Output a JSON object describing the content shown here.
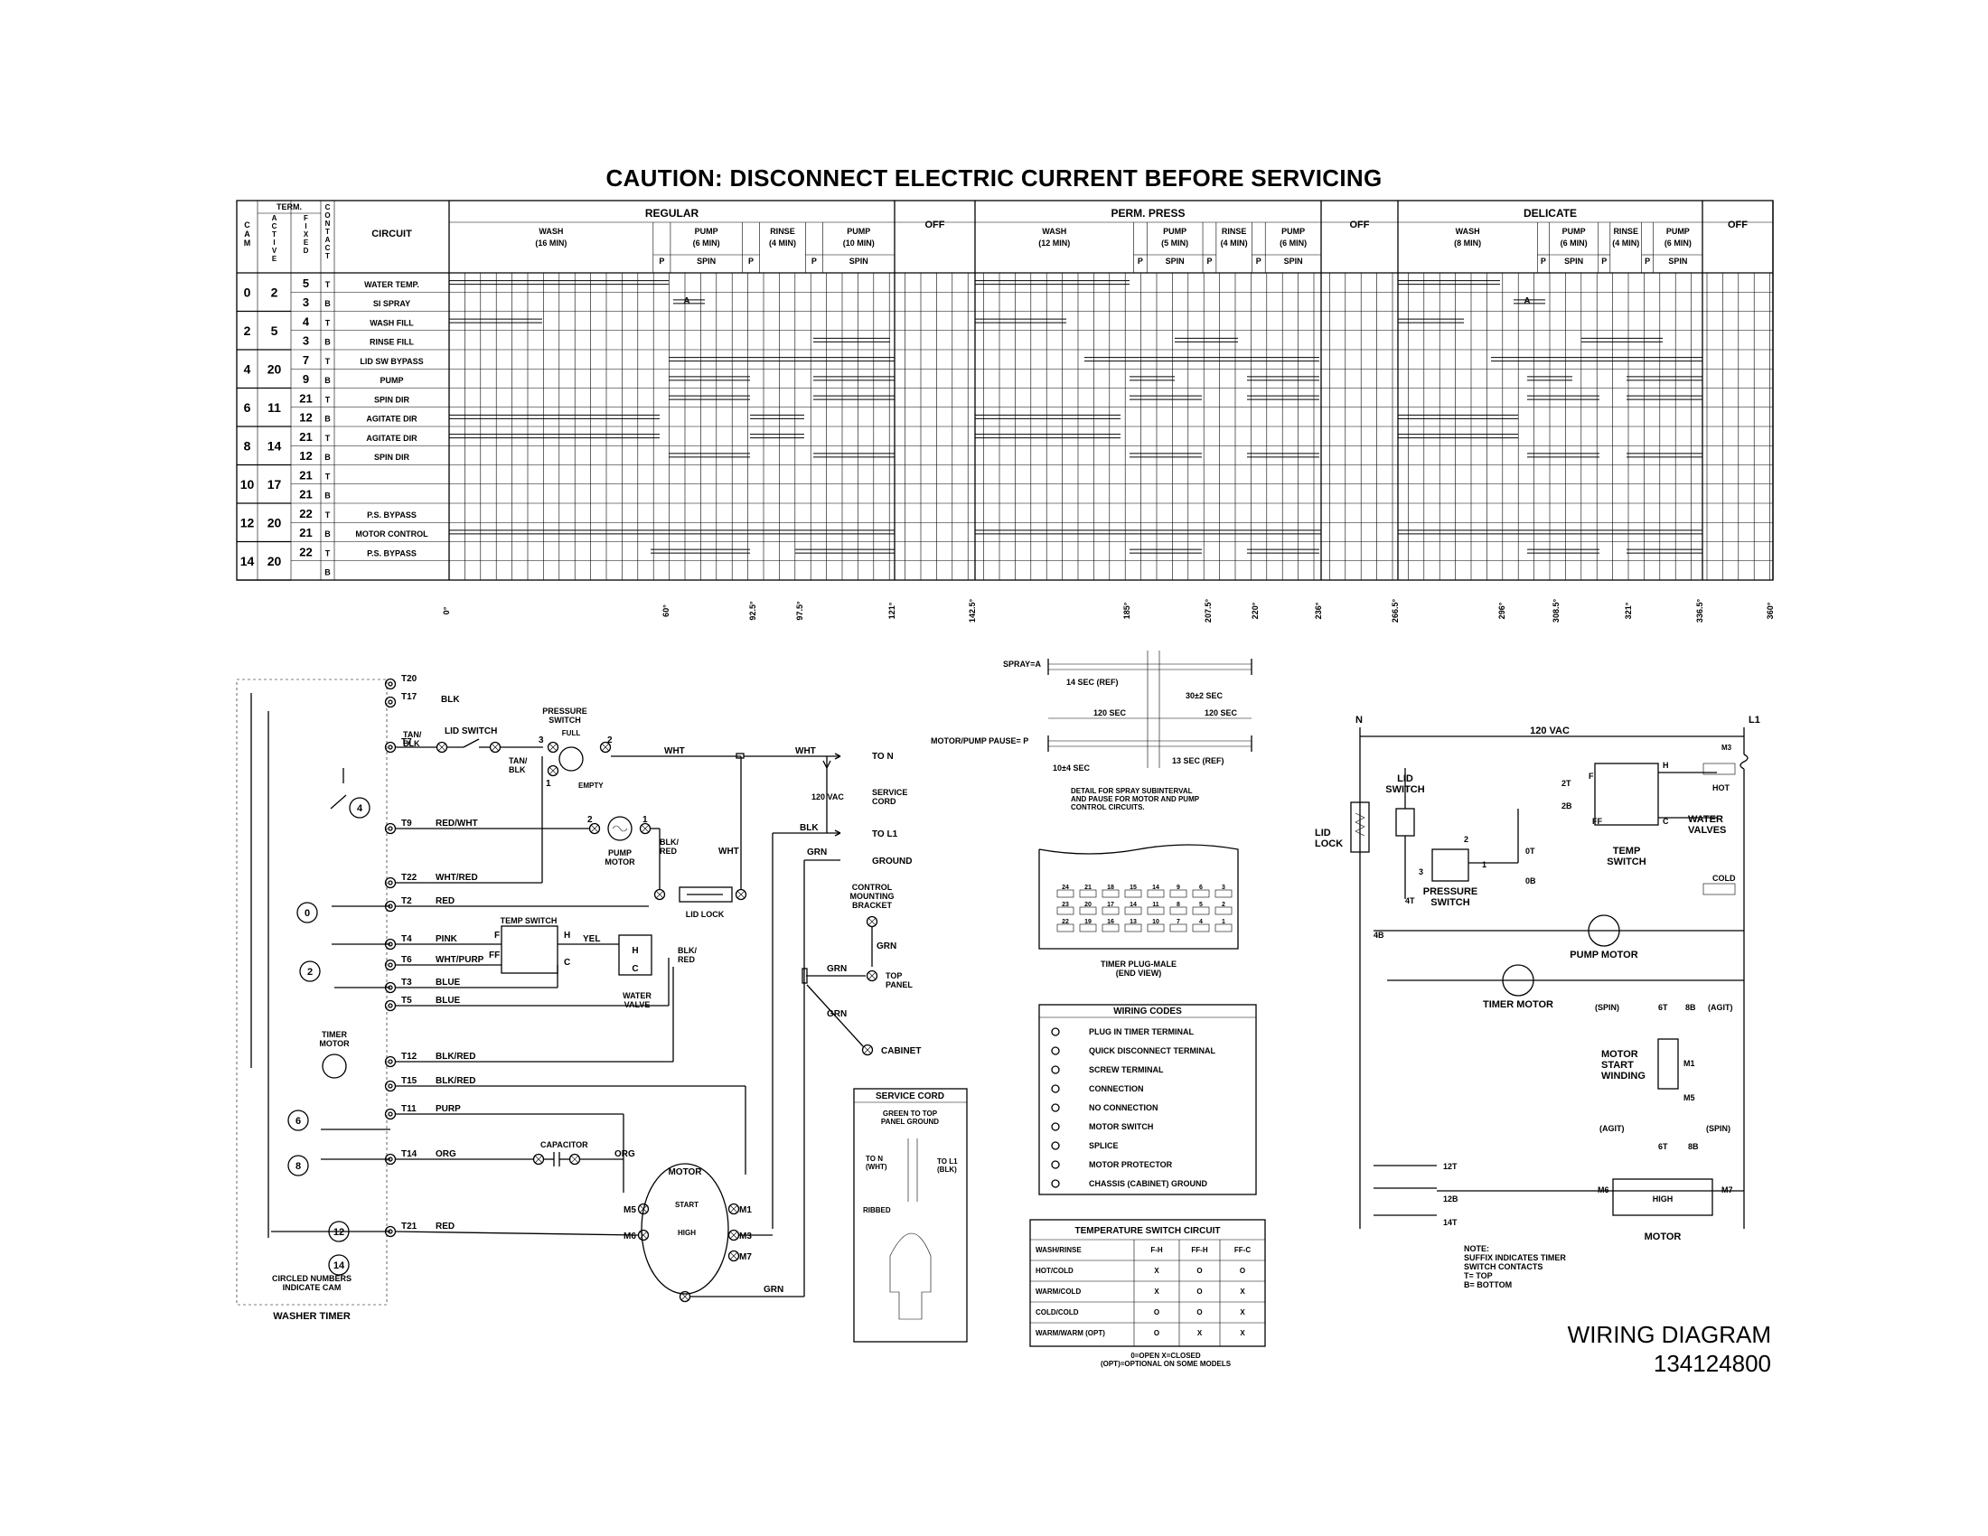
{
  "caution": "CAUTION: DISCONNECT ELECTRIC CURRENT BEFORE SERVICING",
  "table": {
    "head": {
      "term": "TERM.",
      "cam": "C\nA\nM",
      "active": "A\nC\nT\nI\nV\nE",
      "fixed": "F\nI\nX\nE\nD",
      "contact": "C\nO\nN\nT\nA\nC\nT",
      "circuit": "CIRCUIT"
    },
    "cycles": [
      {
        "name": "REGULAR",
        "segments": [
          "WASH|(16 MIN)",
          "P",
          "PUMP|(6 MIN)|SPIN",
          "P",
          "RINSE|(4 MIN)",
          "P",
          "PUMP|(10 MIN)|SPIN"
        ]
      },
      {
        "name": "PERM. PRESS",
        "segments": [
          "WASH|(12 MIN)",
          "P",
          "PUMP|(5 MIN)|SPIN",
          "P",
          "RINSE|(4 MIN)",
          "P",
          "PUMP|(6 MIN)|SPIN"
        ]
      },
      {
        "name": "DELICATE",
        "segments": [
          "WASH|(8 MIN)",
          "P",
          "PUMP|(6 MIN)|SPIN",
          "P",
          "RINSE|(4 MIN)",
          "P",
          "PUMP|(6 MIN)|SPIN"
        ]
      }
    ],
    "off": "OFF",
    "rows": [
      {
        "cam": "0",
        "active": "2",
        "fixed": "5",
        "contact": "T",
        "circuit": "WATER TEMP."
      },
      {
        "cam": "",
        "active": "",
        "fixed": "3",
        "contact": "B",
        "circuit": "SI SPRAY"
      },
      {
        "cam": "2",
        "active": "5",
        "fixed": "4",
        "contact": "T",
        "circuit": "WASH FILL"
      },
      {
        "cam": "",
        "active": "",
        "fixed": "3",
        "contact": "B",
        "circuit": "RINSE FILL"
      },
      {
        "cam": "4",
        "active": "20",
        "fixed": "7",
        "contact": "T",
        "circuit": "LID SW BYPASS"
      },
      {
        "cam": "",
        "active": "",
        "fixed": "9",
        "contact": "B",
        "circuit": "PUMP"
      },
      {
        "cam": "6",
        "active": "11",
        "fixed": "21",
        "contact": "T",
        "circuit": "SPIN DIR"
      },
      {
        "cam": "",
        "active": "",
        "fixed": "12",
        "contact": "B",
        "circuit": "AGITATE DIR"
      },
      {
        "cam": "8",
        "active": "14",
        "fixed": "21",
        "contact": "T",
        "circuit": "AGITATE DIR"
      },
      {
        "cam": "",
        "active": "",
        "fixed": "12",
        "contact": "B",
        "circuit": "SPIN DIR"
      },
      {
        "cam": "10",
        "active": "17",
        "fixed": "21",
        "contact": "T",
        "circuit": ""
      },
      {
        "cam": "",
        "active": "",
        "fixed": "21",
        "contact": "B",
        "circuit": ""
      },
      {
        "cam": "12",
        "active": "20",
        "fixed": "22",
        "contact": "T",
        "circuit": "P.S. BYPASS"
      },
      {
        "cam": "",
        "active": "",
        "fixed": "21",
        "contact": "B",
        "circuit": "MOTOR CONTROL"
      },
      {
        "cam": "14",
        "active": "20",
        "fixed": "22",
        "contact": "T",
        "circuit": "P.S. BYPASS"
      },
      {
        "cam": "",
        "active": "",
        "fixed": "",
        "contact": "B",
        "circuit": ""
      }
    ],
    "spray_mark": "A",
    "degrees": [
      "0°",
      "60°",
      "92.5°",
      "97.5°",
      "121°",
      "142.5°",
      "185°",
      "207.5°",
      "220°",
      "236°",
      "266.5°",
      "296°",
      "308.5°",
      "321°",
      "336.5°",
      "360°"
    ]
  },
  "timer_diagram": {
    "terminals": [
      "T20",
      "T17",
      "T7",
      "T9",
      "T22",
      "T2",
      "T4",
      "T6",
      "T3",
      "T5",
      "T12",
      "T15",
      "T11",
      "T14",
      "T21"
    ],
    "wires": {
      "t17": "BLK",
      "tan_blk": "TAN/\nBLK",
      "tan_blk2": "TAN/\nBLK",
      "t9": "RED/WHT",
      "t22": "WHT/RED",
      "t2": "RED",
      "t4": "PINK",
      "t6": "WHT/PURP",
      "t3": "BLUE",
      "t5": "BLUE",
      "t12": "BLK/RED",
      "t15": "BLK/RED",
      "t11": "PURP",
      "t14": "ORG",
      "t14b": "ORG",
      "t21": "RED",
      "wht1": "WHT",
      "wht2": "WHT",
      "wht3": "WHT",
      "blk": "BLK",
      "blk_red": "BLK/\nRED",
      "blk_red2": "BLK/\nRED",
      "yel": "YEL",
      "grn1": "GRN",
      "grn2": "GRN",
      "grn3": "GRN",
      "grn4": "GRN",
      "grn5": "GRN"
    },
    "cams": [
      "4",
      "0",
      "2",
      "6",
      "8",
      "12",
      "14"
    ],
    "labels": {
      "lid_switch": "LID SWITCH",
      "pressure_switch": "PRESSURE\nSWITCH",
      "full": "FULL",
      "empty": "EMPTY",
      "pump_motor": "PUMP\nMOTOR",
      "lid_lock": "LID LOCK",
      "temp_switch": "TEMP SWITCH",
      "water_valve": "WATER\nVALVE",
      "timer_motor": "TIMER\nMOTOR",
      "capacitor": "CAPACITOR",
      "motor": "MOTOR",
      "start": "START",
      "high": "HIGH",
      "circled_note": "CIRCLED NUMBERS\nINDICATE CAM",
      "washer_timer": "WASHER TIMER",
      "to_n": "TO N",
      "to_l1": "TO L1",
      "ground": "GROUND",
      "vac": "120 VAC",
      "service_cord": "SERVICE\nCORD",
      "control_bracket": "CONTROL\nMOUNTING\nBRACKET",
      "top_panel": "TOP\nPANEL",
      "cabinet": "CABINET",
      "ps_3": "3",
      "ps_2": "2",
      "ps_1": "1",
      "pm_2": "2",
      "pm_1": "1",
      "ts_f": "F",
      "ts_ff": "FF",
      "ts_h": "H",
      "ts_c": "C",
      "wv_h": "H",
      "wv_c": "C",
      "m5": "M5",
      "m6": "M6",
      "m1": "M1",
      "m3": "M3",
      "m7": "M7"
    }
  },
  "spray_detail": {
    "spray": "SPRAY=A",
    "pause": "MOTOR/PUMP PAUSE= P",
    "t14": "14 SEC (REF)",
    "t30": "30±2 SEC",
    "t120a": "120 SEC",
    "t120b": "120 SEC",
    "t10": "10±4 SEC",
    "t13": "13 SEC (REF)",
    "note": "DETAIL FOR SPRAY SUBINTERVAL\nAND PAUSE FOR MOTOR AND PUMP\nCONTROL CIRCUITS."
  },
  "timer_plug": {
    "pins_top": [
      "24",
      "21",
      "18",
      "15",
      "14",
      "9",
      "6",
      "3"
    ],
    "pins_mid": [
      "23",
      "20",
      "17",
      "14",
      "11",
      "8",
      "5",
      "2"
    ],
    "pins_bot": [
      "22",
      "19",
      "16",
      "13",
      "10",
      "7",
      "4",
      "1"
    ],
    "label": "TIMER PLUG-MALE\n(END VIEW)"
  },
  "wiring_codes": {
    "title": "WIRING CODES",
    "items": [
      "PLUG IN TIMER TERMINAL",
      "QUICK DISCONNECT TERMINAL",
      "SCREW TERMINAL",
      "CONNECTION",
      "NO CONNECTION",
      "MOTOR SWITCH",
      "SPLICE",
      "MOTOR PROTECTOR",
      "CHASSIS (CABINET) GROUND"
    ]
  },
  "service_cord": {
    "title": "SERVICE CORD",
    "green": "GREEN TO TOP\nPANEL GROUND",
    "to_n": "TO N\n(WHT)",
    "to_l1": "TO L1\n(BLK)",
    "ribbed": "RIBBED"
  },
  "temp_table": {
    "title": "TEMPERATURE SWITCH CIRCUIT",
    "header": [
      "WASH/RINSE",
      "F-H",
      "FF-H",
      "FF-C"
    ],
    "rows": [
      [
        "HOT/COLD",
        "X",
        "O",
        "O"
      ],
      [
        "WARM/COLD",
        "X",
        "O",
        "X"
      ],
      [
        "COLD/COLD",
        "O",
        "O",
        "X"
      ],
      [
        "WARM/WARM (OPT)",
        "O",
        "X",
        "X"
      ]
    ],
    "note": "0=OPEN     X=CLOSED\n(OPT)=OPTIONAL ON SOME MODELS"
  },
  "schematic": {
    "n": "N",
    "l1": "L1",
    "vac": "120 VAC",
    "m3": "M3",
    "lid_lock": "LID\nLOCK",
    "lid_switch": "LID\nSWITCH",
    "pressure_switch": "PRESSURE\nSWITCH",
    "temp_switch": "TEMP\nSWITCH",
    "hot": "HOT",
    "cold": "COLD",
    "water_valves": "WATER\nVALVES",
    "pump_motor": "PUMP MOTOR",
    "timer_motor": "TIMER MOTOR",
    "motor_start": "MOTOR\nSTART\nWINDING",
    "motor": "MOTOR",
    "high": "HIGH",
    "spin": "(SPIN)",
    "agit": "(AGIT)",
    "agit2": "(AGIT)",
    "spin2": "(SPIN)",
    "t2t": "2T",
    "t2b": "2B",
    "t0t": "0T",
    "t0b": "0B",
    "t4t": "4T",
    "t4b": "4B",
    "t6t": "6T",
    "t8b": "8B",
    "t6t2": "6T",
    "t8b2": "8B",
    "t12t": "12T",
    "t12b": "12B",
    "t14t": "14T",
    "ps3": "3",
    "ps2": "2",
    "ps1": "1",
    "ts_ff": "FF",
    "ts_f": "F",
    "ts_h": "H",
    "ts_c": "C",
    "m1": "M1",
    "m5": "M5",
    "m6": "M6",
    "m7": "M7",
    "note": "NOTE:\nSUFFIX INDICATES TIMER\nSWITCH CONTACTS\nT= TOP\nB= BOTTOM"
  },
  "title": "WIRING DIAGRAM",
  "number": "134124800"
}
